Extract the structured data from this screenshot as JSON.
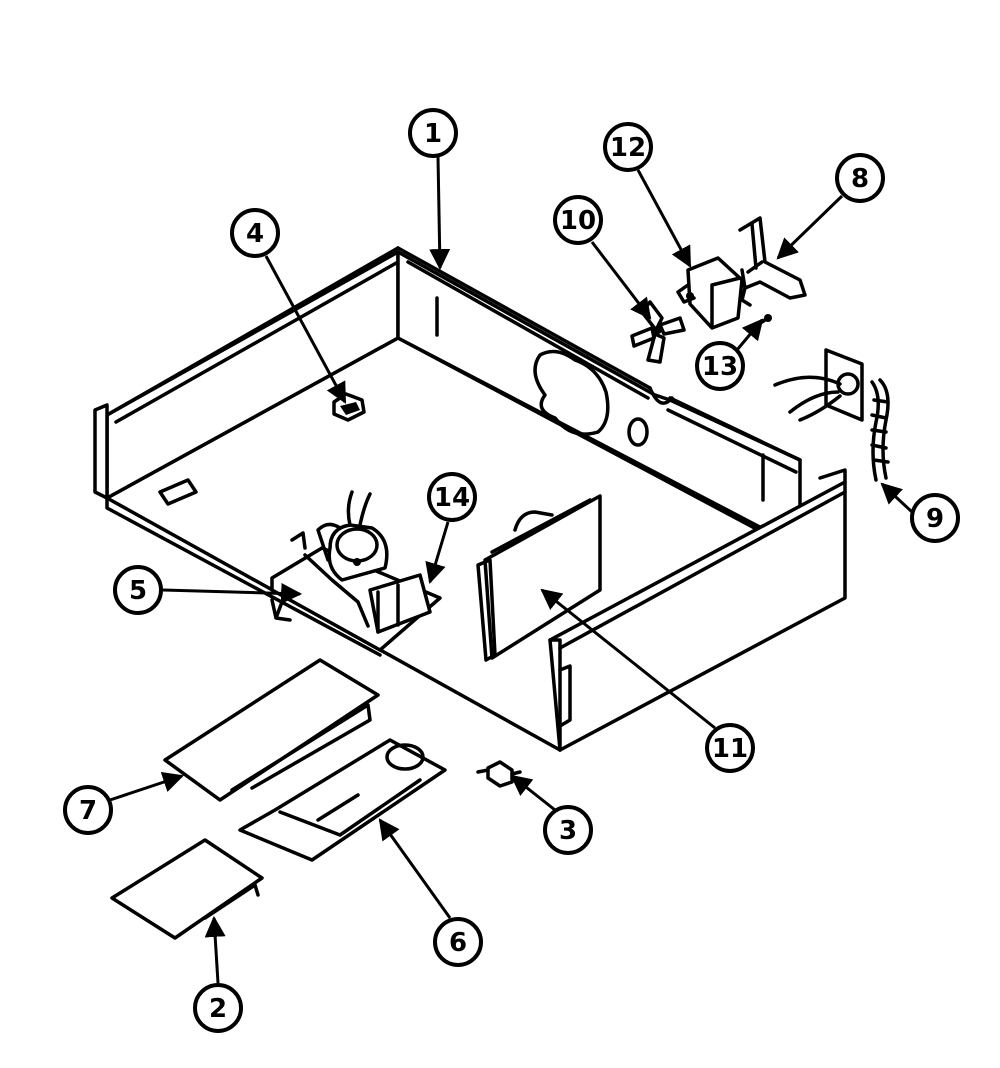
{
  "diagram": {
    "callouts": [
      {
        "label": "1"
      },
      {
        "label": "2"
      },
      {
        "label": "3"
      },
      {
        "label": "4"
      },
      {
        "label": "5"
      },
      {
        "label": "6"
      },
      {
        "label": "7"
      },
      {
        "label": "8"
      },
      {
        "label": "9"
      },
      {
        "label": "10"
      },
      {
        "label": "11"
      },
      {
        "label": "12"
      },
      {
        "label": "13"
      },
      {
        "label": "14"
      }
    ]
  },
  "colors": {
    "ink": "#000000",
    "paper": "#ffffff"
  }
}
